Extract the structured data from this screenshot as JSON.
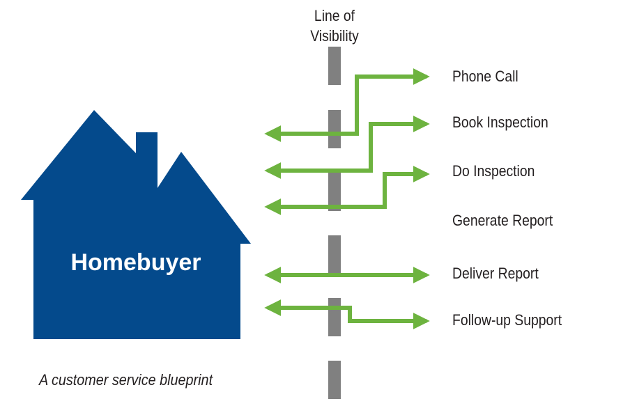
{
  "visibility_line": {
    "title_line1": "Line of",
    "title_line2": "Visibility"
  },
  "customer": {
    "label": "Homebuyer"
  },
  "steps": [
    {
      "label": "Phone Call"
    },
    {
      "label": "Book Inspection"
    },
    {
      "label": "Do Inspection"
    },
    {
      "label": "Generate Report"
    },
    {
      "label": "Deliver Report"
    },
    {
      "label": "Follow-up Support"
    }
  ],
  "caption": "A customer service blueprint",
  "colors": {
    "house": "#044a8c",
    "arrow": "#6db33f",
    "visibility_line": "#808080",
    "text": "#231f20"
  }
}
